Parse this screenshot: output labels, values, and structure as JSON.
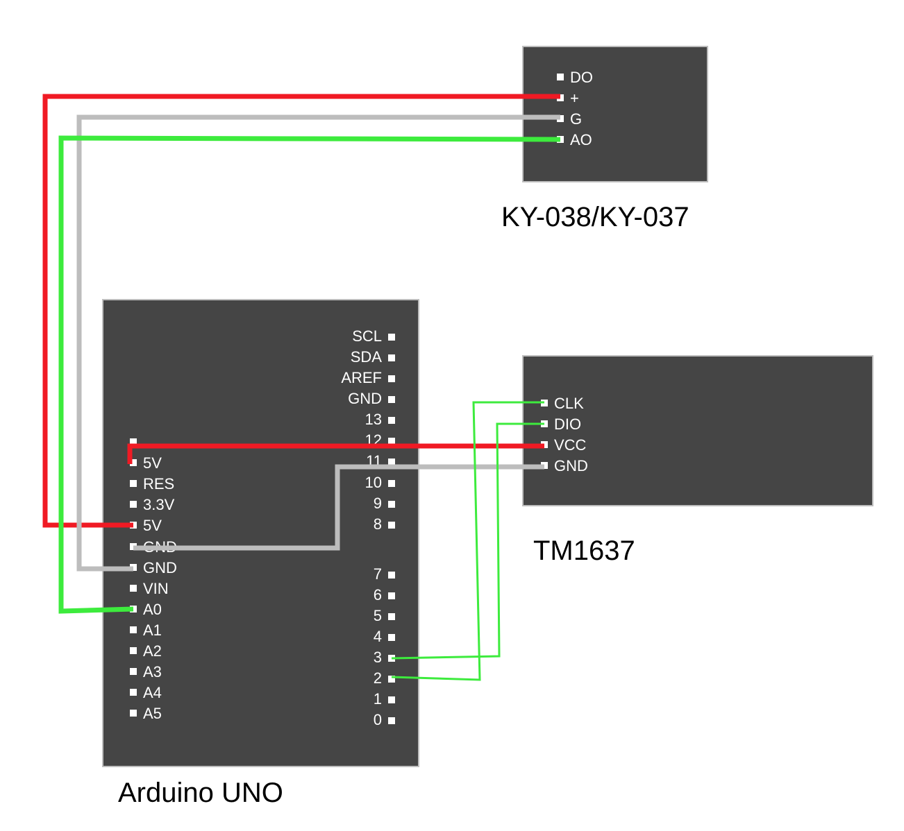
{
  "colors": {
    "board": "#454545",
    "wire_red": "#f01a24",
    "wire_gray": "#bdbdbd",
    "wire_green": "#3deb3d",
    "pin": "#ffffff"
  },
  "modules": {
    "sensor": {
      "title": "KY-038/KY-037",
      "pins": [
        "DO",
        "+",
        "G",
        "AO"
      ]
    },
    "display": {
      "title": "TM1637",
      "pins": [
        "CLK",
        "DIO",
        "VCC",
        "GND"
      ]
    },
    "arduino": {
      "title": "Arduino UNO",
      "left_pins": [
        "5V",
        "RES",
        "3.3V",
        "5V",
        "GND",
        "GND",
        "VIN",
        "A0",
        "A1",
        "A2",
        "A3",
        "A4",
        "A5"
      ],
      "right_pins": [
        "SCL",
        "SDA",
        "AREF",
        "GND",
        "13",
        "12",
        "11",
        "10",
        "9",
        "8",
        "7",
        "6",
        "5",
        "4",
        "3",
        "2",
        "1",
        "0"
      ]
    }
  },
  "connections": [
    {
      "from": "arduino.5V",
      "to": "sensor.+",
      "color": "red"
    },
    {
      "from": "arduino.GND",
      "to": "sensor.G",
      "color": "gray"
    },
    {
      "from": "arduino.A0",
      "to": "sensor.AO",
      "color": "green"
    },
    {
      "from": "arduino.5V",
      "to": "display.VCC",
      "color": "red"
    },
    {
      "from": "arduino.GND",
      "to": "display.GND",
      "color": "gray"
    },
    {
      "from": "arduino.3",
      "to": "display.DIO",
      "color": "green"
    },
    {
      "from": "arduino.2",
      "to": "display.CLK",
      "color": "green"
    }
  ]
}
